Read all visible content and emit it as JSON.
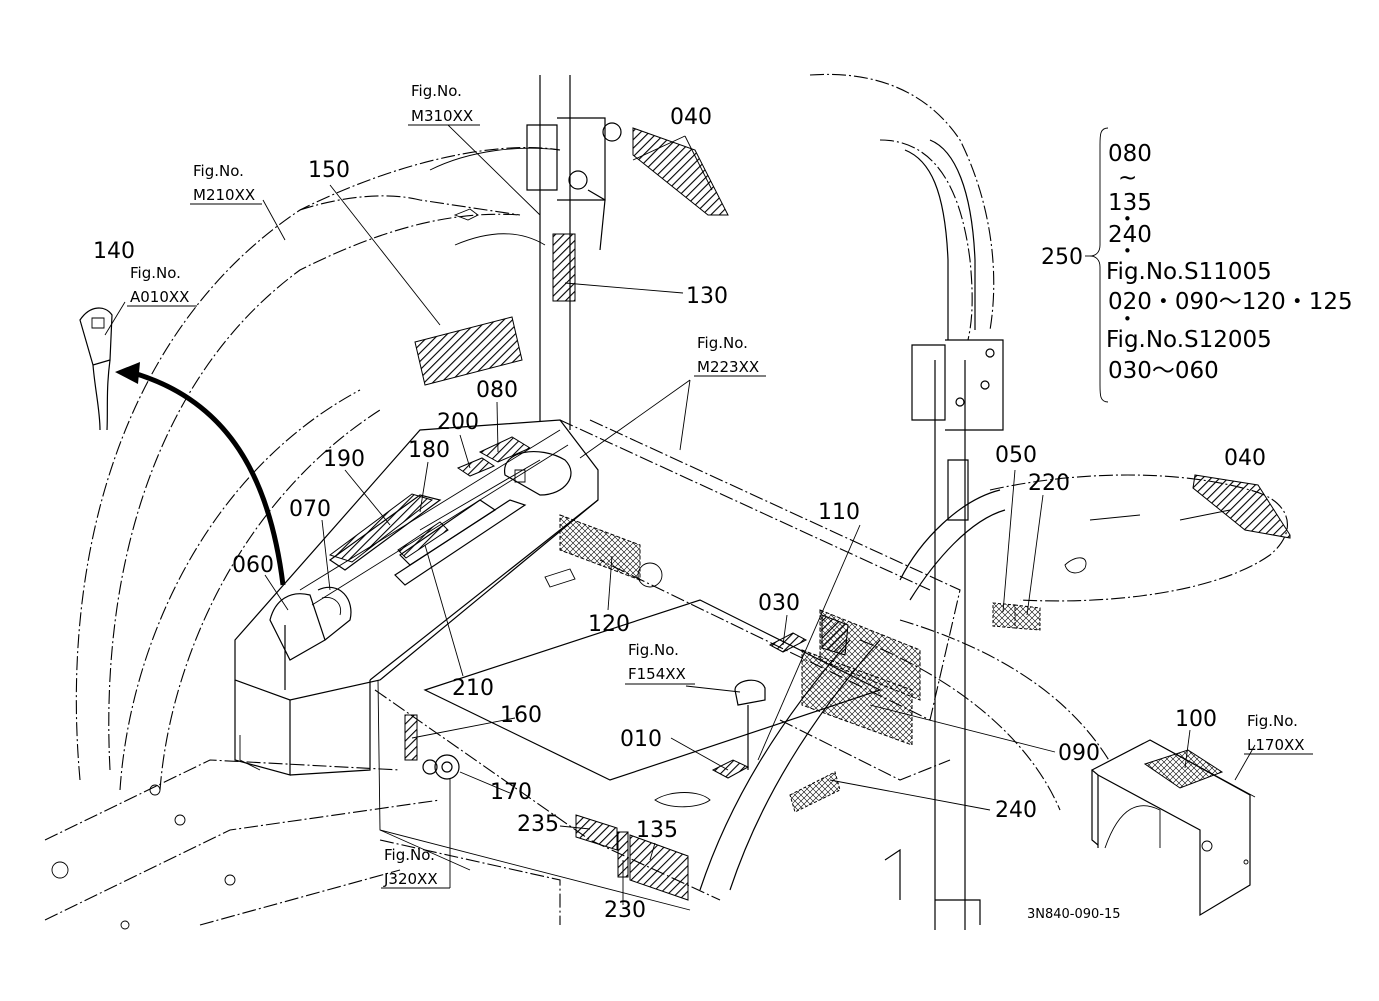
{
  "callouts": {
    "c010": "010",
    "c030": "030",
    "c040a": "040",
    "c040b": "040",
    "c050": "050",
    "c060": "060",
    "c070": "070",
    "c080": "080",
    "c090": "090",
    "c100": "100",
    "c110": "110",
    "c120": "120",
    "c130": "130",
    "c135": "135",
    "c140": "140",
    "c150": "150",
    "c160": "160",
    "c170": "170",
    "c180": "180",
    "c190": "190",
    "c200": "200",
    "c210": "210",
    "c220": "220",
    "c230": "230",
    "c235": "235",
    "c240": "240",
    "c250": "250"
  },
  "figrefs": {
    "fig_label": "Fig.No.",
    "m310": "M310XX",
    "m210": "M210XX",
    "a010": "A010XX",
    "m223": "M223XX",
    "f154": "F154XX",
    "j320": "J320XX",
    "l170": "L170XX"
  },
  "legend": {
    "line1": "080",
    "tilde": "~",
    "line2": "135",
    "dot": "•",
    "line3": "240",
    "line4": "Fig.No.S11005",
    "line5": "020・090～120・125",
    "line6": "Fig.No.S12005",
    "line7": "030～060"
  },
  "drawing_code": "3N840-090-15"
}
